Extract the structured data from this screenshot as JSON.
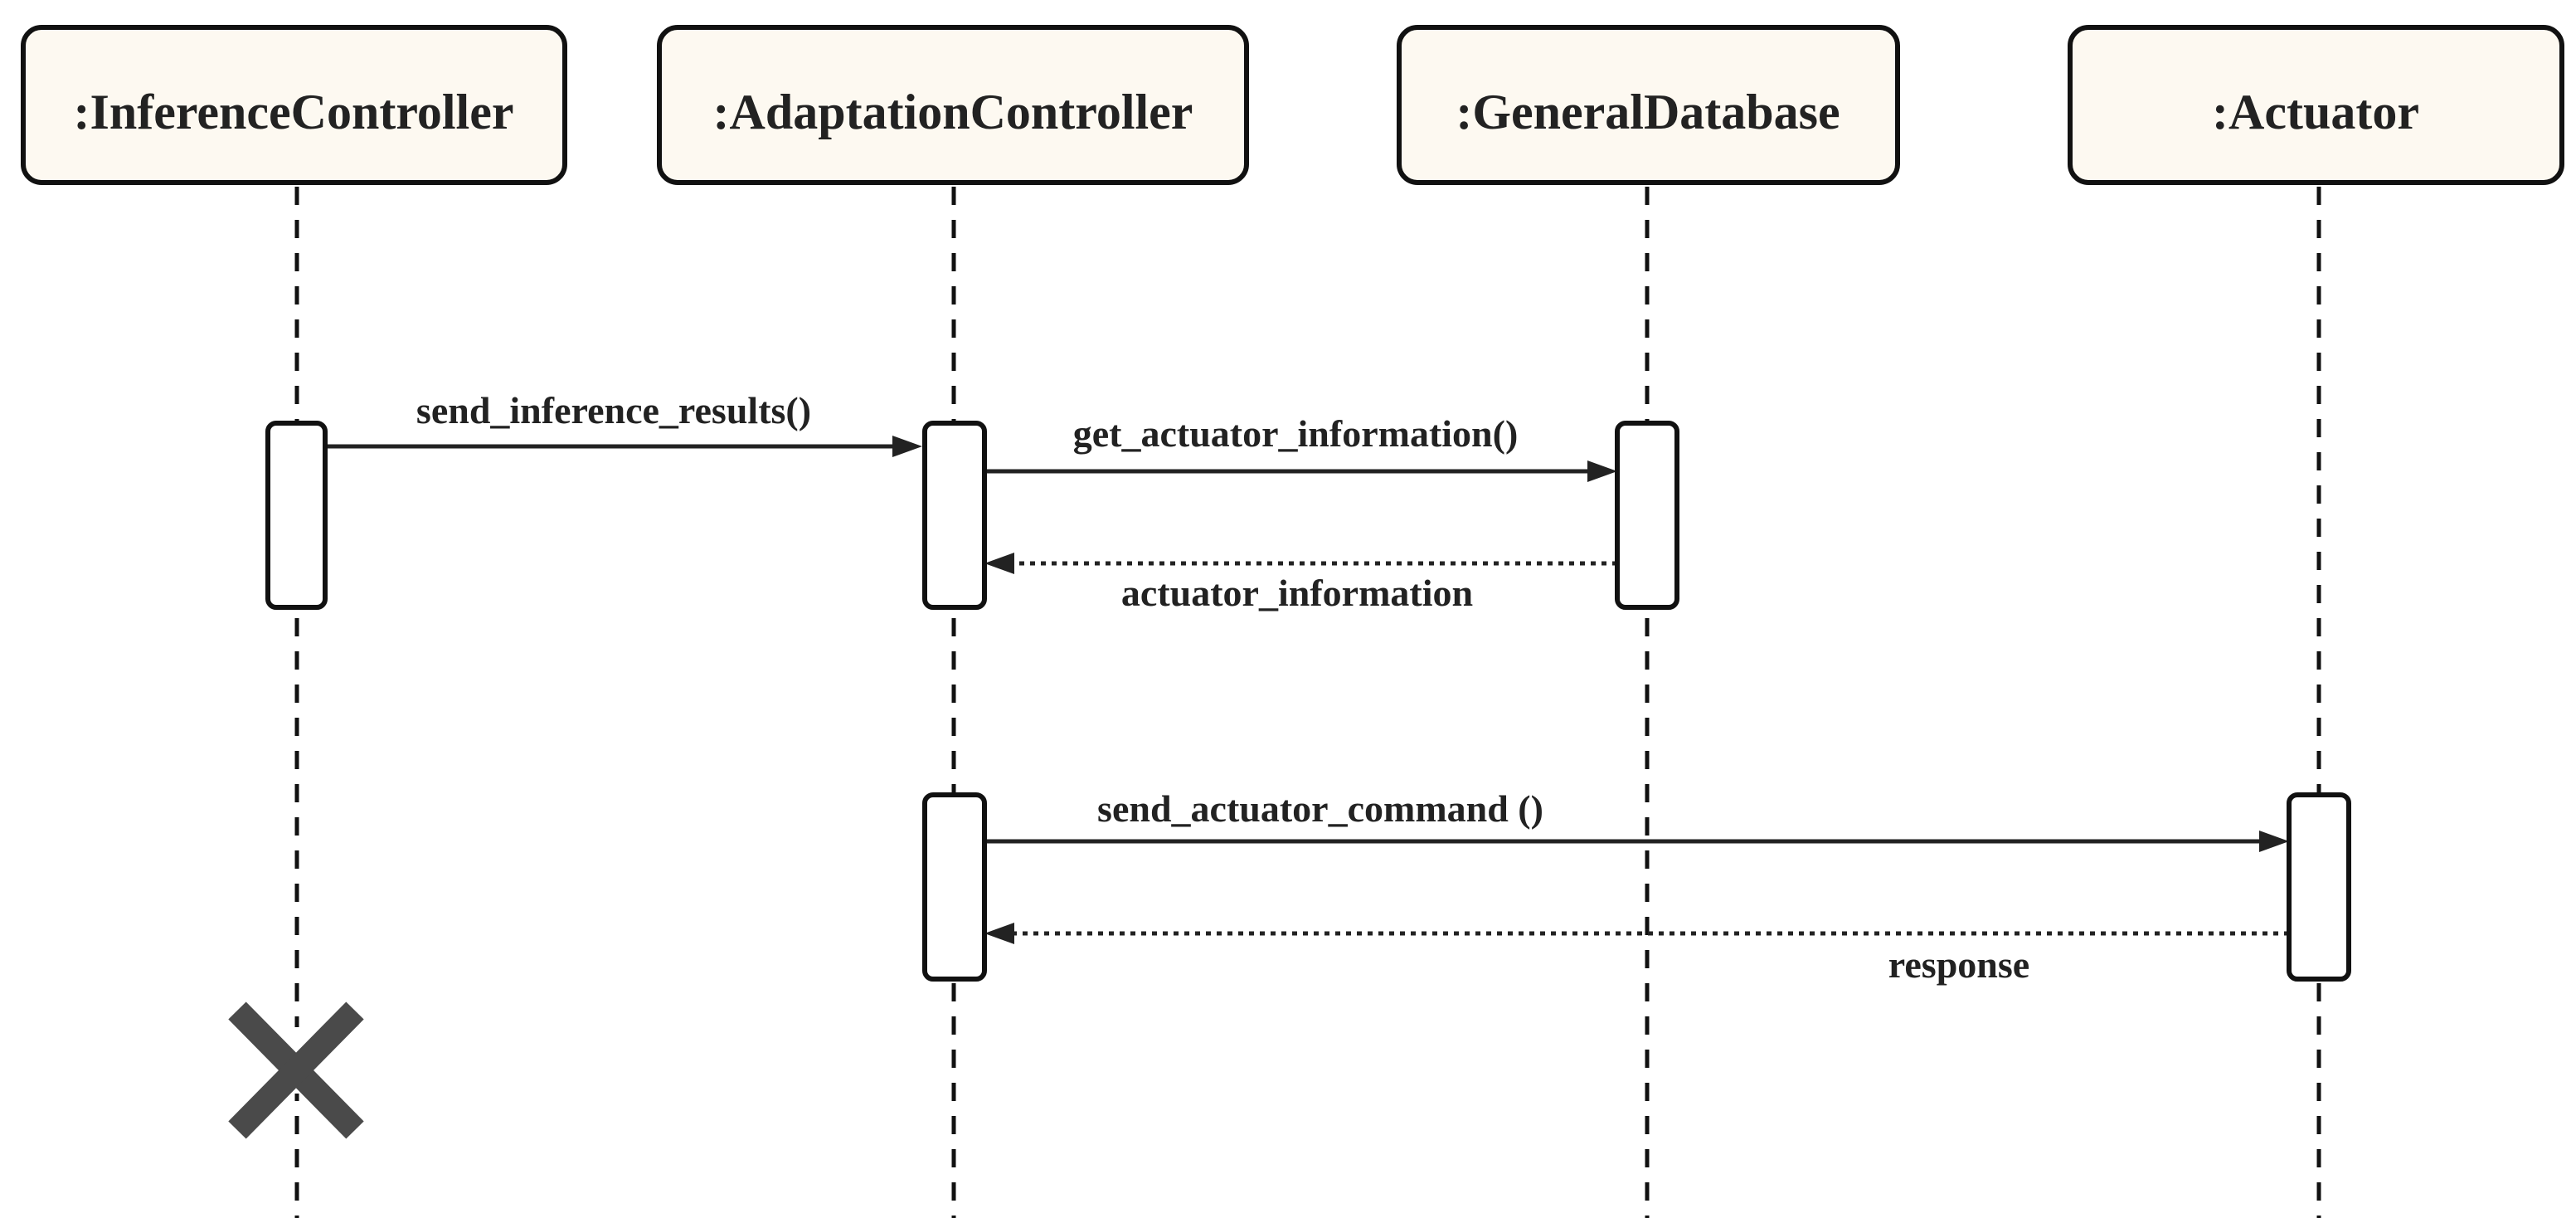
{
  "colors": {
    "box_fill": "#fdf9f1",
    "line": "#111111",
    "text": "#222222",
    "destroy_mark": "#4a4a4a"
  },
  "lifelines": [
    {
      "id": "inference",
      "label": ":InferenceController"
    },
    {
      "id": "adaptation",
      "label": ":AdaptationController"
    },
    {
      "id": "database",
      "label": ":GeneralDatabase"
    },
    {
      "id": "actuator",
      "label": ":Actuator"
    }
  ],
  "messages": [
    {
      "from": "inference",
      "to": "adaptation",
      "label": "send_inference_results()",
      "kind": "synchronous"
    },
    {
      "from": "adaptation",
      "to": "database",
      "label": "get_actuator_information()",
      "kind": "synchronous"
    },
    {
      "from": "database",
      "to": "adaptation",
      "label": "actuator_information",
      "kind": "return"
    },
    {
      "from": "adaptation",
      "to": "actuator",
      "label": "send_actuator_command ()",
      "kind": "synchronous"
    },
    {
      "from": "actuator",
      "to": "adaptation",
      "label": "response",
      "kind": "return"
    }
  ],
  "destruction": {
    "lifeline": "inference",
    "icon": "destroy-x-icon"
  }
}
